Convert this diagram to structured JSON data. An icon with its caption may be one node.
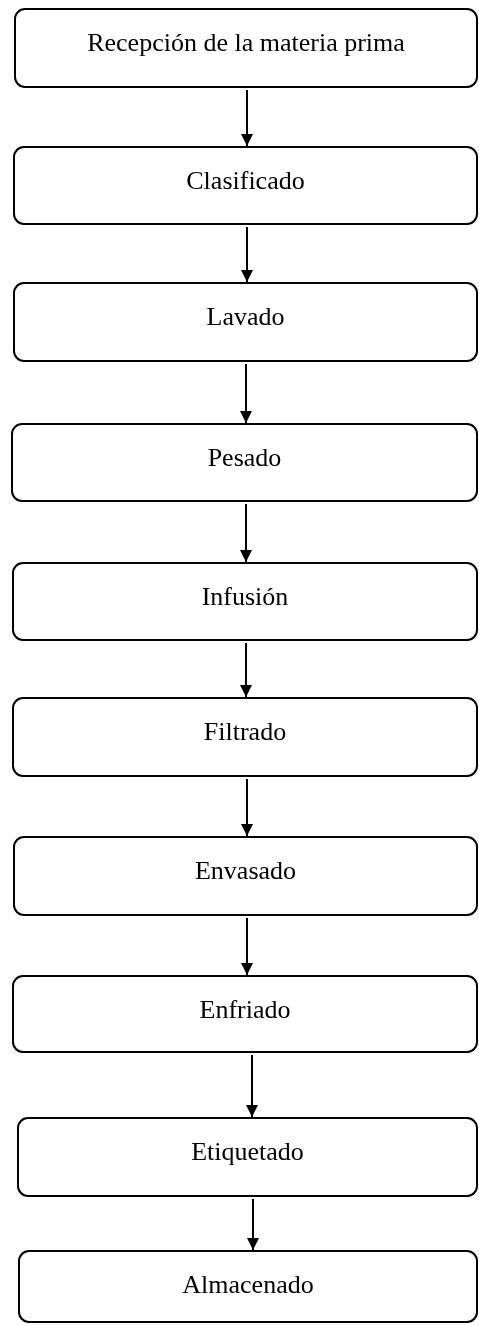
{
  "diagram": {
    "nodes": [
      {
        "text": [
          "Recepción de la materia prima"
        ]
      },
      {
        "text": [
          "Clasificado"
        ]
      },
      {
        "text": [
          "Lavado"
        ]
      },
      {
        "text": [
          "Pesado"
        ]
      },
      {
        "text": [
          "Infusión"
        ]
      },
      {
        "text": [
          "Filtrado"
        ]
      },
      {
        "text": [
          "Envasado"
        ]
      },
      {
        "text": [
          "Enfriado"
        ]
      },
      {
        "text": [
          "Etiquetado"
        ]
      },
      {
        "text": [
          "Almacenado"
        ]
      }
    ],
    "edges": [
      {
        "from": 0,
        "to": 1,
        "arrow": "to"
      },
      {
        "from": 1,
        "to": 2,
        "arrow": "to"
      },
      {
        "from": 2,
        "to": 3,
        "arrow": "to"
      },
      {
        "from": 3,
        "to": 4,
        "arrow": "to"
      },
      {
        "from": 4,
        "to": 5,
        "arrow": "to"
      },
      {
        "from": 5,
        "to": 6,
        "arrow": "to"
      },
      {
        "from": 6,
        "to": 7,
        "arrow": "to"
      },
      {
        "from": 7,
        "to": 8,
        "arrow": "to"
      },
      {
        "from": 8,
        "to": 9,
        "arrow": "to"
      }
    ]
  }
}
